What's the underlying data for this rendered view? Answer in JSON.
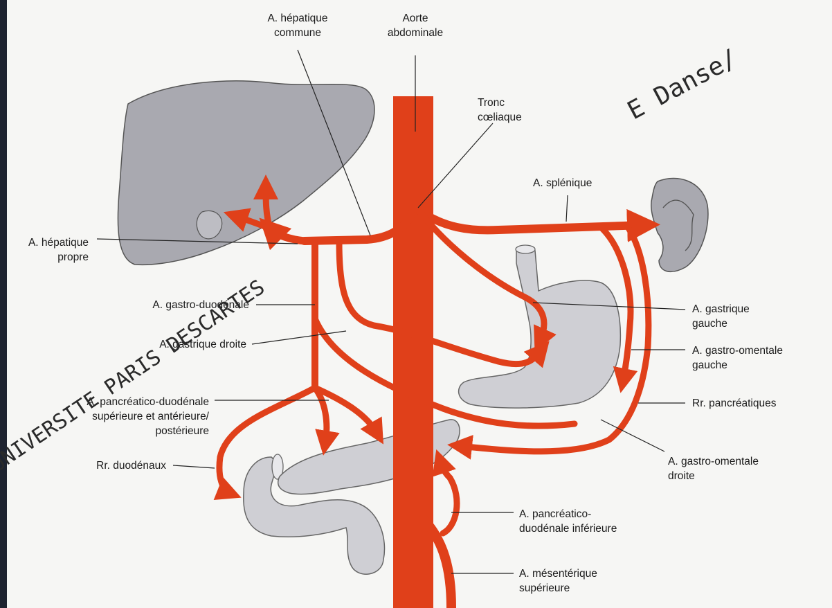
{
  "labels": {
    "hepatique_commune": [
      "A. hépatique",
      "commune"
    ],
    "aorte": [
      "Aorte",
      "abdominale"
    ],
    "tronc": [
      "Tronc",
      "cœliaque"
    ],
    "splenique": [
      "A. splénique"
    ],
    "hepatique_propre": [
      "A. hépatique",
      "propre"
    ],
    "gastro_duodenale": [
      "A. gastro-duodénale"
    ],
    "gastrique_droite": [
      "A. gastrique droite"
    ],
    "pancreatico_duodenale_sup": [
      "A. pancréatico-duodénale",
      "supérieure et antérieure/",
      "postérieure"
    ],
    "rr_duodenaux": [
      "Rr. duodénaux"
    ],
    "gastrique_gauche": [
      "A. gastrique",
      "gauche"
    ],
    "gastro_omentale_gauche": [
      "A. gastro-omentale",
      "gauche"
    ],
    "rr_pancreatiques": [
      "Rr. pancréatiques"
    ],
    "gastro_omentale_droite": [
      "A. gastro-omentale",
      "droite"
    ],
    "pancreatico_duodenale_inf": [
      "A. pancréatico-",
      "duodénale inférieure"
    ],
    "mesenterique_sup": [
      "A. mésentérique",
      "supérieure"
    ]
  },
  "watermark": {
    "line1": "UNIVERSITE PARIS DESCARTES",
    "line2": "E Danse/"
  },
  "colors": {
    "artery": "#e0401a",
    "organ": "#a9a9b0",
    "organ_light": "#cfcfd4",
    "paper": "#f6f6f4",
    "frame": "#1e2330"
  }
}
